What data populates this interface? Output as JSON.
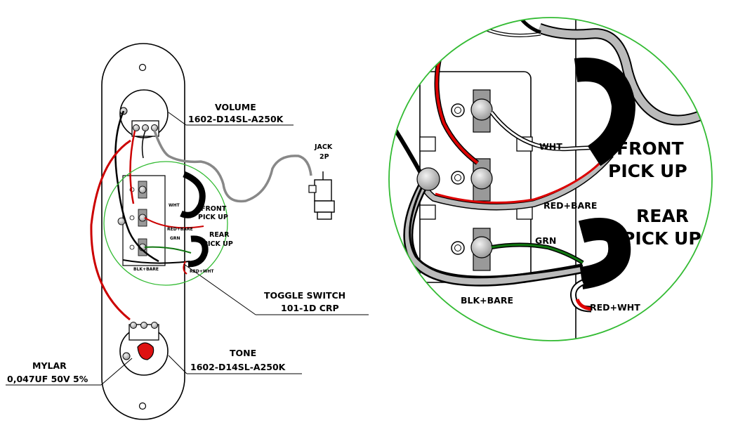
{
  "left": {
    "volume": {
      "label": "VOLUME",
      "part": "1602-D14SL-A250K"
    },
    "jack": {
      "label": "JACK",
      "sub": "2P"
    },
    "front_pickup": {
      "line1": "FRONT",
      "line2": "PICK UP"
    },
    "rear_pickup": {
      "line1": "REAR",
      "line2": "PICK UP"
    },
    "toggle": {
      "label": "TOGGLE SWITCH",
      "part": "101-1D CRP"
    },
    "tone": {
      "label": "TONE",
      "part": "1602-D14SL-A250K"
    },
    "cap": {
      "label": "MYLAR",
      "part": "0,047UF 50V 5%"
    },
    "wires": {
      "wht": "WHT",
      "red_bare": "RED+BARE",
      "grn": "GRN",
      "blk_bare": "BLK+BARE",
      "red_wht": "RED+WHT"
    }
  },
  "detail": {
    "wht": "WHT",
    "front_pickup": {
      "line1": "FRONT",
      "line2": "PICK UP"
    },
    "red_bare": "RED+BARE",
    "rear_pickup": {
      "line1": "REAR",
      "line2": "PICK UP"
    },
    "grn": "GRN",
    "blk_bare": "BLK+BARE",
    "red_wht": "RED+WHT"
  },
  "colors": {
    "outline": "#000000",
    "zoom_circle": "#33bb33",
    "red_wire": "#dd0000",
    "green_wire": "#117711",
    "gray_wire": "#aaaaaa",
    "lug": "#bbbbbb",
    "capacitor": "#dd1111"
  }
}
